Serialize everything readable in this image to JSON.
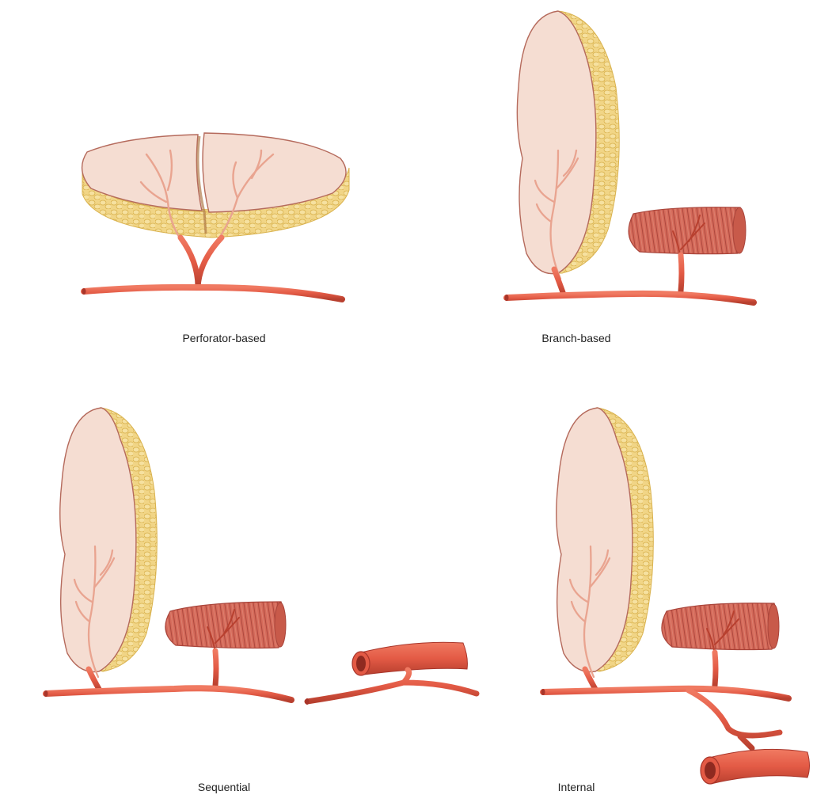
{
  "panels": [
    {
      "id": "perforator",
      "caption": "Perforator-based"
    },
    {
      "id": "branch",
      "caption": "Branch-based"
    },
    {
      "id": "sequential",
      "caption": "Sequential"
    },
    {
      "id": "internal",
      "caption": "Internal"
    }
  ],
  "colors": {
    "skin": "#f5ddd2",
    "skin_outline": "#b56a5c",
    "fat": "#f1d586",
    "fat_dark": "#d9b24e",
    "artery": "#e35a45",
    "artery_dark": "#a8352a",
    "muscle": "#d56a5a",
    "muscle_stripe": "#a9443a",
    "vessel_in_flap": "#e9a490"
  }
}
